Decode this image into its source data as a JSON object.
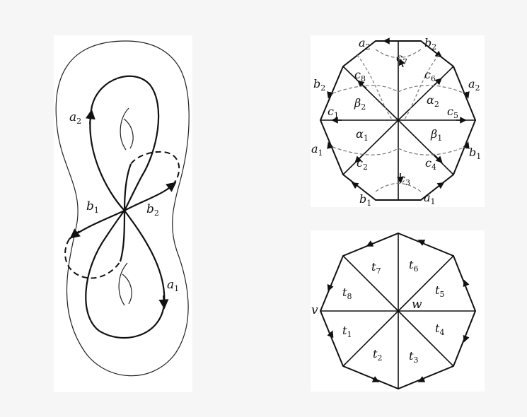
{
  "surface": {
    "labels": [
      {
        "id": "a2",
        "base": "a",
        "sub": "2"
      },
      {
        "id": "b1",
        "base": "b",
        "sub": "1"
      },
      {
        "id": "b2",
        "base": "b",
        "sub": "2"
      },
      {
        "id": "a1",
        "base": "a",
        "sub": "1"
      }
    ]
  },
  "octagon_top": {
    "edge_labels": [
      {
        "id": "a2-top",
        "base": "a",
        "sub": "2"
      },
      {
        "id": "b2-top",
        "base": "b",
        "sub": "2"
      },
      {
        "id": "b2-left",
        "base": "b",
        "sub": "2"
      },
      {
        "id": "a2-right",
        "base": "a",
        "sub": "2"
      },
      {
        "id": "a1-left",
        "base": "a",
        "sub": "1"
      },
      {
        "id": "b1-right",
        "base": "b",
        "sub": "1"
      },
      {
        "id": "b1-bottom",
        "base": "b",
        "sub": "1"
      },
      {
        "id": "a1-bottom",
        "base": "a",
        "sub": "1"
      }
    ],
    "diagonal_labels": [
      {
        "id": "c7",
        "base": "c",
        "sub": "7"
      },
      {
        "id": "c8",
        "base": "c",
        "sub": "8"
      },
      {
        "id": "c6",
        "base": "c",
        "sub": "6"
      },
      {
        "id": "c1",
        "base": "c",
        "sub": "1"
      },
      {
        "id": "c5",
        "base": "c",
        "sub": "5"
      },
      {
        "id": "c2",
        "base": "c",
        "sub": "2"
      },
      {
        "id": "c4",
        "base": "c",
        "sub": "4"
      },
      {
        "id": "c3",
        "base": "c",
        "sub": "3"
      }
    ],
    "curve_labels": [
      {
        "id": "beta2",
        "base": "β",
        "sub": "2"
      },
      {
        "id": "alpha2",
        "base": "α",
        "sub": "2"
      },
      {
        "id": "alpha1",
        "base": "α",
        "sub": "1"
      },
      {
        "id": "beta1",
        "base": "β",
        "sub": "1"
      }
    ]
  },
  "octagon_bottom": {
    "triangle_labels": [
      {
        "id": "t7",
        "base": "t",
        "sub": "7"
      },
      {
        "id": "t6",
        "base": "t",
        "sub": "6"
      },
      {
        "id": "t8",
        "base": "t",
        "sub": "8"
      },
      {
        "id": "t5",
        "base": "t",
        "sub": "5"
      },
      {
        "id": "t1",
        "base": "t",
        "sub": "1"
      },
      {
        "id": "t4",
        "base": "t",
        "sub": "4"
      },
      {
        "id": "t2",
        "base": "t",
        "sub": "2"
      },
      {
        "id": "t3",
        "base": "t",
        "sub": "3"
      }
    ],
    "vertex_labels": [
      {
        "id": "v",
        "text": "v"
      },
      {
        "id": "w",
        "text": "w"
      }
    ]
  }
}
